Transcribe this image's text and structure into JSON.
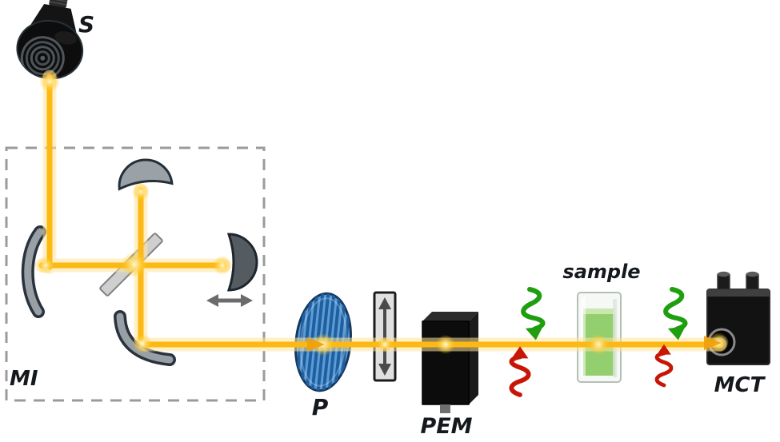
{
  "diagram": {
    "labels": {
      "source": "S",
      "interferometer": "MI",
      "polarizer": "P",
      "pem": "PEM",
      "sample": "sample",
      "detector": "MCT"
    },
    "colors": {
      "beam_core": "#FDB913",
      "beam_glow": "#FFE49B",
      "green_wave": "#1F9E0F",
      "red_wave": "#C81606",
      "polarizer_blue": "#5D9BD3",
      "polarizer_stripe": "#1D5FA0",
      "sample_liquid": "#93CF6F",
      "mirror_gray": "#98A0A6",
      "mirror_outline": "#2A333D",
      "dashed_box": "#9B9B9B",
      "background": "#FFFFFF"
    }
  }
}
